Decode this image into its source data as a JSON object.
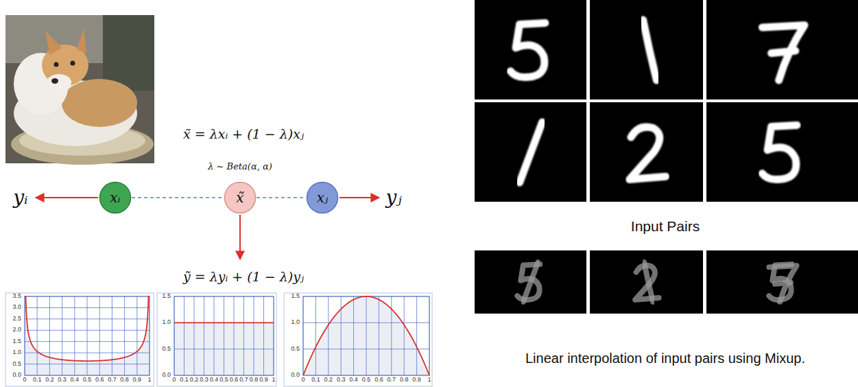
{
  "diagram": {
    "caption": "Linear interpolation of input pairs using Mixup.",
    "nodes": [
      {
        "text": [
          "xᵢ"
        ]
      },
      {
        "text": [
          "x̃"
        ]
      },
      {
        "text": [
          "xⱼ"
        ]
      }
    ],
    "edges": [
      {
        "from": 0,
        "to": 1,
        "arrow": "none"
      },
      {
        "from": 1,
        "to": 2,
        "arrow": "none"
      }
    ],
    "labels": [
      "x̃ = λxᵢ + (1 − λ)xⱼ",
      "λ ~ Beta(α, α)",
      "yᵢ",
      "yⱼ",
      "ỹ = λyᵢ + (1 − λ)yⱼ",
      "Input Pairs",
      "3.5",
      "3.0",
      "2.5",
      "2.0",
      "1.5",
      "1.0",
      "0.5",
      "0.0",
      "0",
      "0.1",
      "0.2",
      "0.3",
      "0.4",
      "0.5",
      "0.6",
      "0.7",
      "0.8",
      "0.9",
      "1",
      "1.5",
      "1.0",
      "0.5",
      "0.0",
      "0",
      "0.1",
      "0.2",
      "0.3",
      "0.4",
      "0.5",
      "0.6",
      "0.7",
      "0.8",
      "0.9",
      "1",
      "1.5",
      "1.0",
      "0.5",
      "0.0",
      "0",
      "0.1",
      "0.2",
      "0.3",
      "0.4",
      "0.5",
      "0.6",
      "0.7",
      "0.8",
      "0.9",
      "1"
    ]
  }
}
